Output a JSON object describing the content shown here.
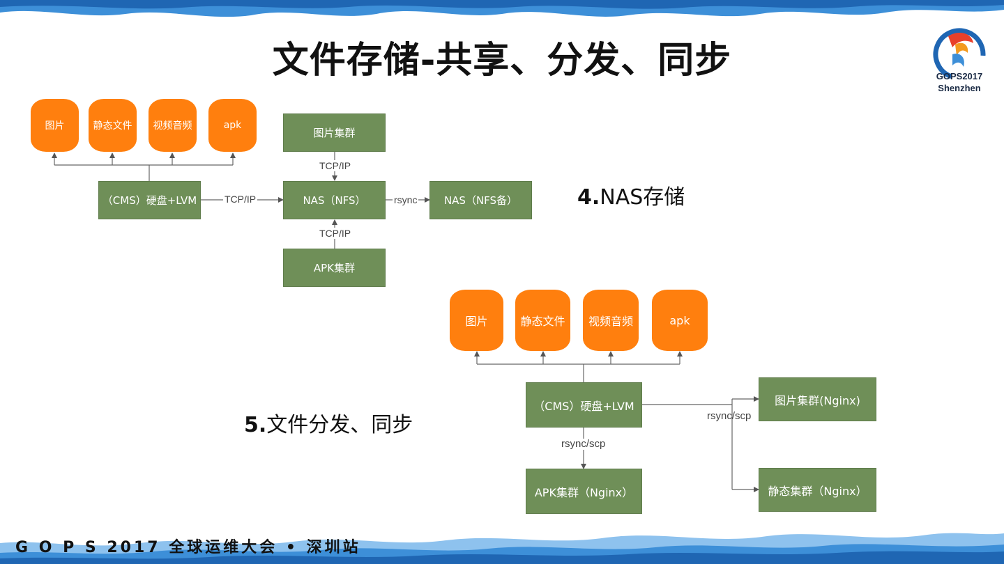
{
  "slide": {
    "title": "文件存储-共享、分发、同步",
    "logo": {
      "line1": "GOPS2017",
      "line2": "Shenzhen"
    },
    "footer": "G O P S 2017 全球运维大会 • 深圳站"
  },
  "nas_section": {
    "label_num": "4.",
    "label_text": "NAS存储",
    "files": [
      "图片",
      "静态文件",
      "视频音频",
      "apk"
    ],
    "cms": "（CMS）硬盘+LVM",
    "nas": "NAS（NFS）",
    "nas_backup": "NAS（NFS备）",
    "image_cluster": "图片集群",
    "apk_cluster": "APK集群",
    "edge_cms_nas": "TCP/IP",
    "edge_image_nas": "TCP/IP",
    "edge_apk_nas": "TCP/IP",
    "edge_nas_backup": "rsync"
  },
  "dist_section": {
    "label_num": "5.",
    "label_text": "文件分发、同步",
    "files": [
      "图片",
      "静态文件",
      "视频音频",
      "apk"
    ],
    "cms": "（CMS）硬盘+LVM",
    "apk_cluster": "APK集群（Nginx）",
    "image_cluster": "图片集群(Nginx)",
    "static_cluster": "静态集群（Nginx）",
    "edge_apk": "rsync/scp",
    "edge_right": "rsync/scp"
  },
  "colors": {
    "file_node": "#ff7f0e",
    "server_node": "#6f8f58",
    "band_blue": "#3d8fd8"
  }
}
